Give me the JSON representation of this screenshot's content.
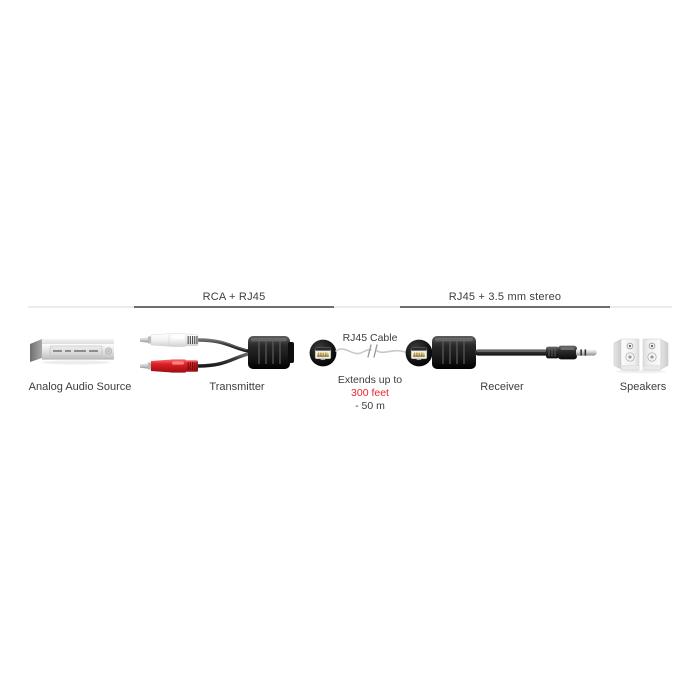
{
  "diagram": {
    "title": "Audio extender over RJ45 connection diagram",
    "background_color": "#ffffff",
    "accent_color": "#e8262b",
    "text_color": "#3d3d3d",
    "rule_dark_color": "#6e6e6e",
    "rule_faint_color": "#ebebeb"
  },
  "segments": [
    {
      "id": "left-segment",
      "label": "RCA + RJ45"
    },
    {
      "id": "right-segment",
      "label": "RJ45 + 3.5 mm stereo"
    }
  ],
  "components": [
    {
      "id": "analog-audio-source",
      "caption": "Analog Audio Source",
      "icon": "av-component-device"
    },
    {
      "id": "rca-plugs",
      "caption": "",
      "icon": "rca-plug-pair"
    },
    {
      "id": "transmitter",
      "caption": "Transmitter",
      "icon": "extender-balun-module"
    },
    {
      "id": "receiver",
      "caption": "Receiver",
      "icon": "extender-balun-module"
    },
    {
      "id": "speakers",
      "caption": "Speakers",
      "icon": "speaker-pair"
    }
  ],
  "cable_callout": {
    "title": "RJ45 Cable",
    "line1": "Extends up to",
    "distance_feet": "300 feet",
    "distance_meters": "- 50 m"
  },
  "connectors": {
    "rca_white_label": "white RCA plug",
    "rca_red_label": "red RCA plug",
    "rj45_jack_label": "RJ45 jack",
    "stereo_plug_label": "3.5 mm stereo plug"
  }
}
